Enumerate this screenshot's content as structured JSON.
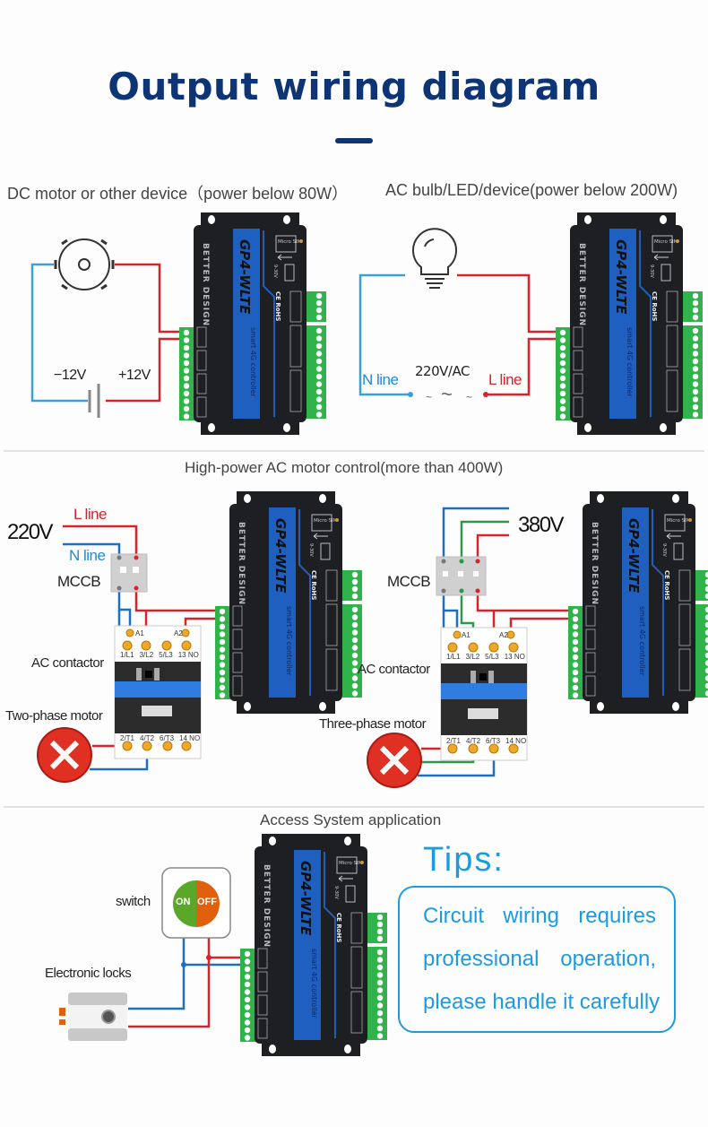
{
  "header": {
    "title": "Output wiring diagram",
    "accent_color": "#0d3575"
  },
  "device": {
    "model": "GP4-WLTE",
    "subtitle": "smart 4G controller",
    "brand": "BETTER DESIGN",
    "sim_label": "Micro SIM",
    "power_label": "9-30V",
    "cert_label": "CE RoHS"
  },
  "sections": {
    "dc": {
      "title": "DC motor or other device（power below 80W）",
      "neg_label": "−12V",
      "pos_label": "+12V",
      "motor_icon": "dc-motor-icon",
      "battery_icon": "battery-icon"
    },
    "ac": {
      "title": "AC  bulb/LED/device(power below 200W)",
      "n_line": "N line",
      "l_line": "L line",
      "voltage": "220V/AC",
      "bulb_icon": "light-bulb-icon"
    },
    "high_power": {
      "title": "High-power AC motor control(more than 400W)",
      "two_phase": {
        "voltage": "220V",
        "l_line": "L line",
        "n_line": "N line",
        "breaker": "MCCB",
        "contactor": "AC contactor",
        "motor": "Two-phase motor"
      },
      "three_phase": {
        "voltage": "380V",
        "breaker": "MCCB",
        "contactor": "AC contactor",
        "motor": "Three-phase motor"
      },
      "contactor_terminals_top": [
        "1/L1",
        "3/L2",
        "5/L3",
        "13 NO"
      ],
      "contactor_terminals_bottom": [
        "2/T1",
        "4/T2",
        "6/T3",
        "14 NO"
      ],
      "coil_terminals": [
        "A1",
        "A2"
      ]
    },
    "access": {
      "title": "Access System application",
      "switch_label": "switch",
      "switch_on": "ON",
      "switch_off": "OFF",
      "lock_label": "Electronic locks"
    }
  },
  "tips": {
    "title": "Tips:",
    "lines": [
      "Circuit wiring requires",
      "professional operation,",
      "please handle it carefully"
    ]
  },
  "colors": {
    "wire_red": "#d8232a",
    "wire_blue": "#1e6fc0",
    "wire_light_blue": "#3aa0dc",
    "wire_green": "#2a9a48",
    "terminal_green": "#2fb34a",
    "device_body": "#1e1f22",
    "device_stripe": "#1f5fbf",
    "tips_blue": "#1e9be0"
  }
}
